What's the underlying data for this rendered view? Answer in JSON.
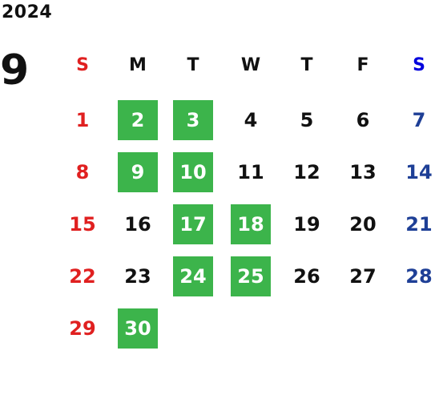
{
  "calendar": {
    "year": "2024",
    "month": "9",
    "weekdays": [
      "S",
      "M",
      "T",
      "W",
      "T",
      "F",
      "S"
    ],
    "first_weekday_index": 0,
    "days": [
      "1",
      "2",
      "3",
      "4",
      "5",
      "6",
      "7",
      "8",
      "9",
      "10",
      "11",
      "12",
      "13",
      "14",
      "15",
      "16",
      "17",
      "18",
      "19",
      "20",
      "21",
      "22",
      "23",
      "24",
      "25",
      "26",
      "27",
      "28",
      "29",
      "30"
    ],
    "highlighted_days": [
      "2",
      "3",
      "9",
      "10",
      "17",
      "18",
      "24",
      "25",
      "30"
    ],
    "colors": {
      "sunday": "#e02020",
      "saturday_header": "#0000dd",
      "saturday": "#1e3f96",
      "weekday": "#111111",
      "highlight_bg": "#3cb44b",
      "highlight_text": "#ffffff"
    }
  }
}
